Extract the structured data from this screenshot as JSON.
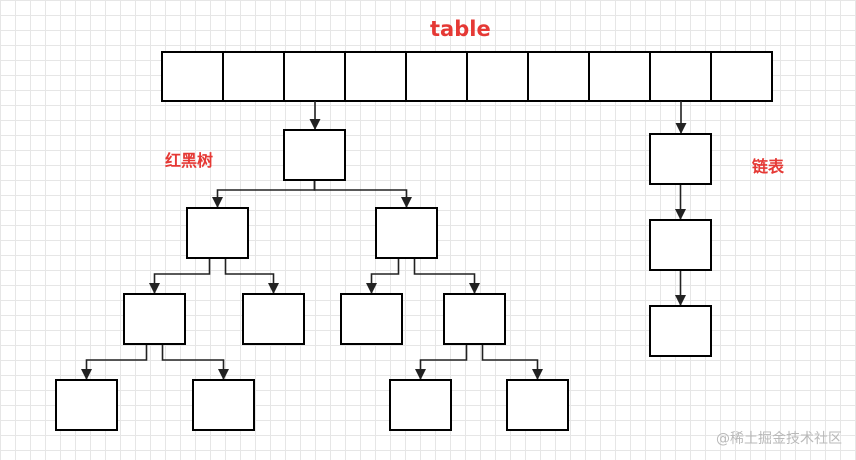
{
  "title": "table",
  "labels": {
    "red_black_tree": "红黑树",
    "linked_list": "链表"
  },
  "watermark": "@稀土掘金技术社区",
  "colors": {
    "label": "#e53935",
    "stroke": "#000000",
    "grid": "#e6e6e6"
  },
  "diagram": {
    "table_slots": 10,
    "tree_nodes": [
      {
        "id": "root"
      },
      {
        "id": "n1",
        "parent": "root"
      },
      {
        "id": "n2",
        "parent": "root"
      },
      {
        "id": "n3",
        "parent": "n1"
      },
      {
        "id": "n4",
        "parent": "n1"
      },
      {
        "id": "n5",
        "parent": "n2"
      },
      {
        "id": "n6",
        "parent": "n2"
      },
      {
        "id": "n7",
        "parent": "n3"
      },
      {
        "id": "n8",
        "parent": "n3"
      },
      {
        "id": "n9",
        "parent": "n6"
      },
      {
        "id": "n10",
        "parent": "n6"
      }
    ],
    "list_nodes": 3
  }
}
